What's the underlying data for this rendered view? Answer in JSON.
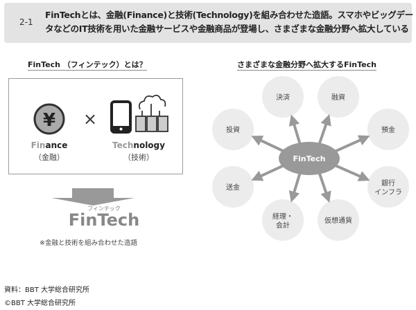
{
  "header": {
    "number": "2-1",
    "title_line1": "FinTechとは、金融(Finance)と技術(Technology)を組み合わせた造語。スマホやビッグデー",
    "title_line2": "タなどのIT技術を用いた金融サービスや金融商品が登場し、さまざまな金融分野へ拡大している"
  },
  "left": {
    "heading": "FinTech （フィンテック）とは？",
    "finance_prefix": "Fin",
    "finance_rest": "ance",
    "finance_jp": "（金融）",
    "times": "×",
    "tech_prefix": "Tech",
    "tech_rest": "nology",
    "tech_jp": "（技術）",
    "yen": "¥",
    "fintech_kana": "フィンテック",
    "fintech": "FinTech",
    "note": "※金融と技術を組み合わせた造語"
  },
  "right": {
    "heading": "さまざまな金融分野へ拡大するFinTech",
    "center": "FinTech",
    "fields": [
      {
        "l1": "決済",
        "l2": ""
      },
      {
        "l1": "融資",
        "l2": ""
      },
      {
        "l1": "預金",
        "l2": ""
      },
      {
        "l1": "銀行",
        "l2": "インフラ"
      },
      {
        "l1": "仮想通貨",
        "l2": ""
      },
      {
        "l1": "経理・",
        "l2": "会計"
      },
      {
        "l1": "送金",
        "l2": ""
      },
      {
        "l1": "投資",
        "l2": ""
      }
    ]
  },
  "footer": {
    "source": "資料：BBT 大学総合研究所",
    "copyright": "©BBT 大学総合研究所"
  }
}
